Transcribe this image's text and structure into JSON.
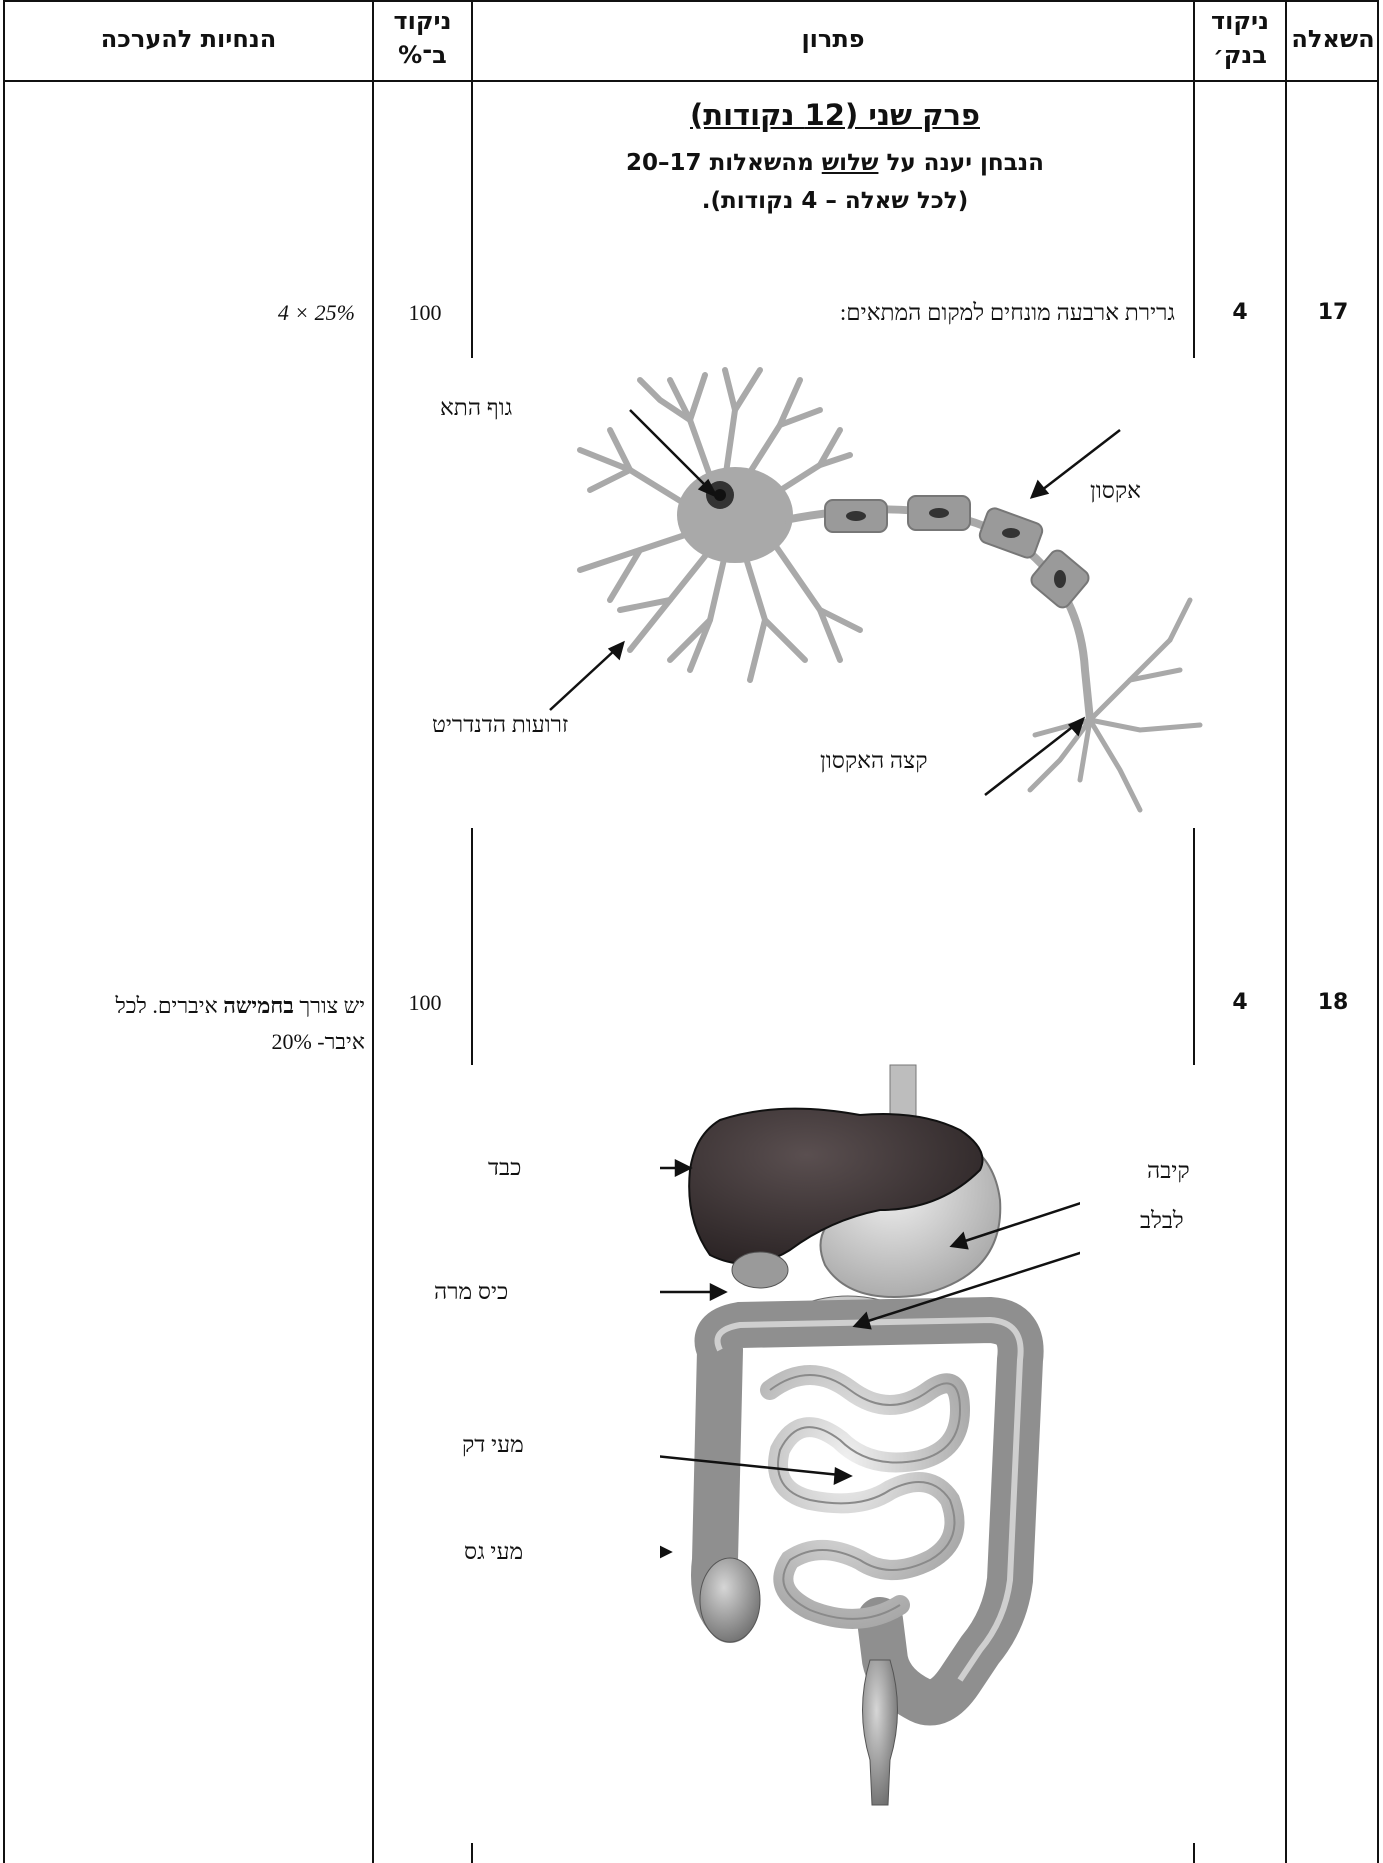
{
  "headers": {
    "question": "השאלה",
    "bank_score": [
      "ניקוד",
      "בנק׳"
    ],
    "solution": "פתרון",
    "percent_score": [
      "ניקוד",
      "ב־%"
    ],
    "guidelines": "הנחיות להערכה"
  },
  "section": {
    "title": "פרק שני (12 נקודות)",
    "line2_pre": "הנבחן יענה על ",
    "line2_underlined": "שלוש",
    "line2_post": " מהשאלות 17–20",
    "line3": "(לכל שאלה – 4 נקודות)."
  },
  "q17": {
    "number": "17",
    "bank": "4",
    "solution_text": "גרירת ארבעה מונחים למקום המתאים:",
    "percent": "100",
    "guideline": "4 × 25%",
    "labels": {
      "cell_body": "גוף התא",
      "axon": "אקסון",
      "dendrites": "זרועות הדנדריט",
      "axon_end": "קצה האקסון"
    }
  },
  "q18": {
    "number": "18",
    "bank": "4",
    "percent": "100",
    "guideline_pre": "יש צורך ",
    "guideline_bold": "בחמישה",
    "guideline_post": " איברים. לכל",
    "guideline_line2": "איבר- 20%",
    "labels": {
      "liver": "כבד",
      "gallbladder": "כיס מרה",
      "small_intestine": "מעי דק",
      "large_intestine": "מעי גס",
      "stomach": "קיבה",
      "pancreas": "לבלב"
    }
  },
  "colors": {
    "line": "#111111",
    "neuron": "#a9a9a9",
    "liver": "#3b3233",
    "organ_gray": "#8a8a8a"
  }
}
